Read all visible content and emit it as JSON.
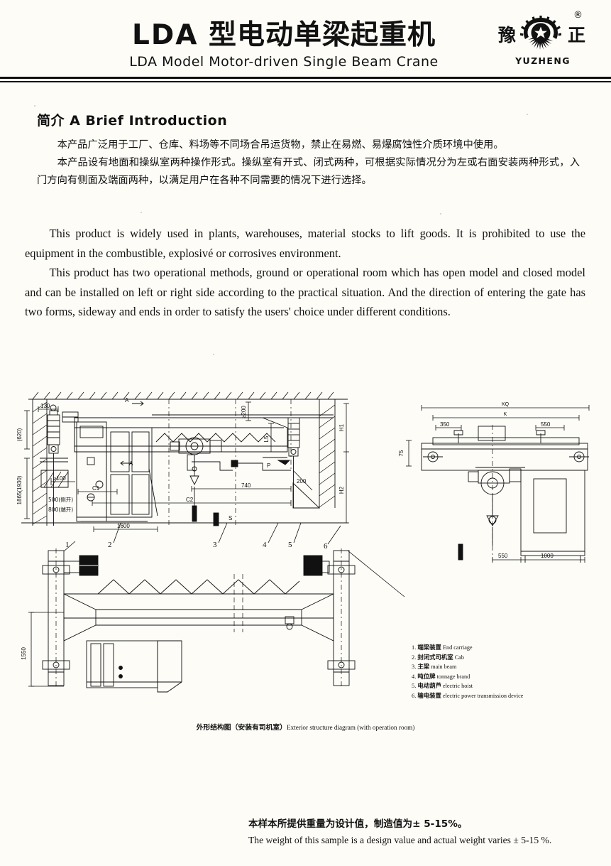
{
  "header": {
    "title_cn_prefix": "LDA",
    "title_cn": "型电动单梁起重机",
    "title_en": "LDA Model Motor-driven Single Beam Crane",
    "logo": {
      "char_left": "豫",
      "char_right": "正",
      "registered_mark": "®",
      "brand_name": "YUZHENG",
      "mark_icon": "gear-starburst-logo-icon"
    }
  },
  "intro": {
    "section_heading": "简介 A Brief Introduction",
    "cn_paragraphs": [
      "本产品广泛用于工厂、仓库、料场等不同场合吊运货物，禁止在易燃、易爆腐蚀性介质环境中使用。",
      "本产品设有地面和操纵室两种操作形式。操纵室有开式、闭式两种，可根据实际情况分为左或右面安装两种形式，入门方向有侧面及端面两种，以满足用户在各种不同需要的情况下进行选择。"
    ],
    "en_paragraphs": [
      "This product is widely used in plants, warehouses, material stocks to lift goods. It is prohibited to use the equipment in the combustible, explosivé or corrosives environment.",
      "This product has two operational methods, ground or operational room which has open model and closed model and can be installed on left or right side according to the practical situation. And the direction of entering the gate has two forms, sideway and ends in order to satisfy the users' choice under different conditions."
    ]
  },
  "drawing": {
    "front_view": {
      "dim_130": "130",
      "dim_620": "(620)",
      "dim_1865": "1865(1930)",
      "dim_min100": "≥100",
      "dim_c1": "C1",
      "dim_500": "500(侧开)",
      "dim_800": "800(端开)",
      "dim_1600": "1600",
      "dim_min200": "≥200",
      "dim_l5": "L5",
      "dim_h1": "H1",
      "dim_h2": "H2",
      "dim_740": "740",
      "dim_200": "200",
      "dim_c2": "C2",
      "dim_p": "P",
      "section_mark_a_left": "A",
      "section_mark_a_right": "A",
      "dim_s": "S"
    },
    "side_view": {
      "dim_kq": "KQ",
      "dim_k": "K",
      "dim_350": "350",
      "dim_550_top": "550",
      "dim_75": "75",
      "dim_550_bottom": "550",
      "dim_1000": "1000"
    },
    "plan_view": {
      "dim_1550": "1550"
    },
    "callouts": [
      "1",
      "2",
      "3",
      "4",
      "5",
      "6"
    ],
    "caption_cn": "外形结构图（安装有司机室）",
    "caption_en": "Exterior structure diagram (with operation room)"
  },
  "legend": {
    "items": [
      {
        "num": "1.",
        "cn": "端梁装置",
        "en": "End carriage"
      },
      {
        "num": "2.",
        "cn": "封闭式司机室",
        "en": "Cab"
      },
      {
        "num": "3.",
        "cn": "主梁",
        "en": "main beam"
      },
      {
        "num": "4.",
        "cn": "吨位牌",
        "en": "tonnage brand"
      },
      {
        "num": "5.",
        "cn": "电动葫芦",
        "en": "electric hoist"
      },
      {
        "num": "6.",
        "cn": "输电装置",
        "en": "electric power transmission device"
      }
    ]
  },
  "footer": {
    "note_cn": "本样本所提供重量为设计值，制造值为± 5-15%。",
    "note_en": "The weight of this sample is a design value and actual weight varies ± 5-15 %."
  },
  "colors": {
    "ink": "#111111",
    "page_background": "#fdfcf7"
  }
}
